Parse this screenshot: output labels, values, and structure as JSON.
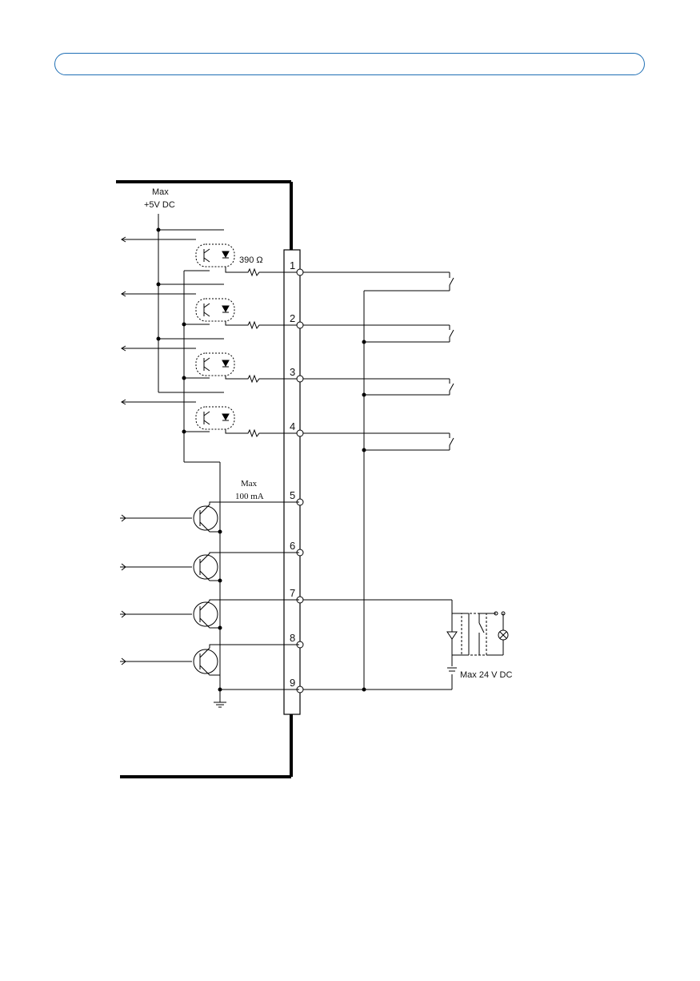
{
  "header": {
    "text": ""
  },
  "diagram": {
    "supply_label_line1": "Max",
    "supply_label_line2": "+5V DC",
    "resistor_label": "390 Ω",
    "output_current_line1": "Max",
    "output_current_line2": "100 mA",
    "relay_supply_label": "Max 24 V DC",
    "pins": [
      "1",
      "2",
      "3",
      "4",
      "5",
      "6",
      "7",
      "8",
      "9"
    ]
  },
  "colors": {
    "accent": "#1f6fb5",
    "wire": "#000000"
  }
}
